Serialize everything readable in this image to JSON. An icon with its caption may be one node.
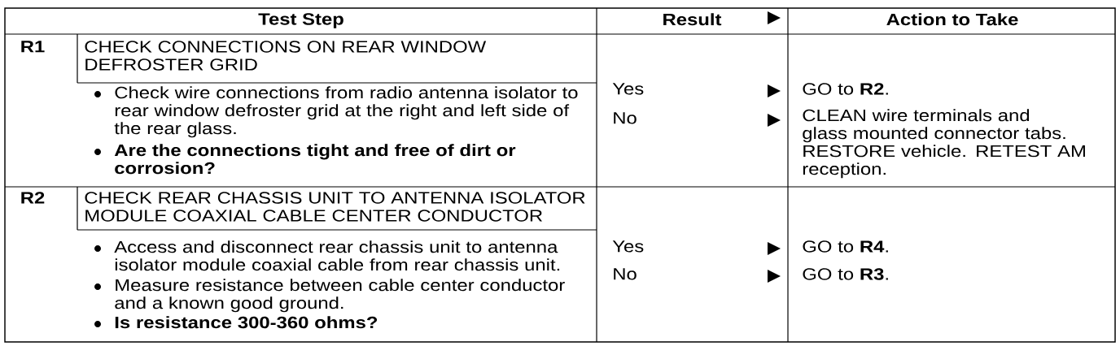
{
  "diagram": {
    "labels": [
      "Test Step",
      "Result",
      "Action to Take",
      "R1",
      "CHECK CONNECTIONS ON REAR WINDOW DEFROSTER GRID",
      "Check wire connections from radio antenna isolator to rear window defroster grid at the right and left side of the rear glass.",
      "Are the connections tight and free of dirt or corrosion?",
      "Yes",
      "GO to **R2**.",
      "No",
      "CLEAN wire terminals and glass mounted connector tabs. RESTORE vehicle. RETEST AM reception.",
      "R2",
      "CHECK REAR CHASSIS UNIT TO ANTENNA ISOLATOR MODULE COAXIAL CABLE CENTER CONDUCTOR",
      "Access and disconnect rear chassis unit to antenna isolator module coaxial cable from rear chassis unit.",
      "Measure resistance between cable center conductor and a known good ground.",
      "Is resistance 300-360 ohms?",
      "Yes",
      "GO to **R4**.",
      "No",
      "GO to **R3**."
    ]
  }
}
